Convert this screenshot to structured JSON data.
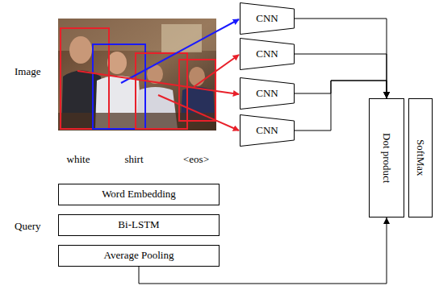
{
  "diagram": {
    "nodes": [
      {
        "text": [
          "CNN"
        ]
      },
      {
        "text": [
          "CNN"
        ]
      },
      {
        "text": [
          "CNN"
        ]
      },
      {
        "text": [
          "CNN"
        ]
      },
      {
        "text": [
          "Dot product"
        ]
      },
      {
        "text": [
          "SoftMax"
        ]
      },
      {
        "text": [
          "Word Embedding"
        ]
      },
      {
        "text": [
          "Bi-LSTM"
        ]
      },
      {
        "text": [
          "Average Pooling"
        ]
      }
    ],
    "edges": [
      {
        "from": 0,
        "to": 4,
        "arrow": "to"
      },
      {
        "from": 1,
        "to": 4,
        "arrow": "to"
      },
      {
        "from": 2,
        "to": 4,
        "arrow": "to"
      },
      {
        "from": 3,
        "to": 4,
        "arrow": "to"
      },
      {
        "from": 8,
        "to": 4,
        "arrow": "to"
      }
    ],
    "labels": [
      "Image",
      "white",
      "shirt",
      "<eos>",
      "Query"
    ]
  }
}
